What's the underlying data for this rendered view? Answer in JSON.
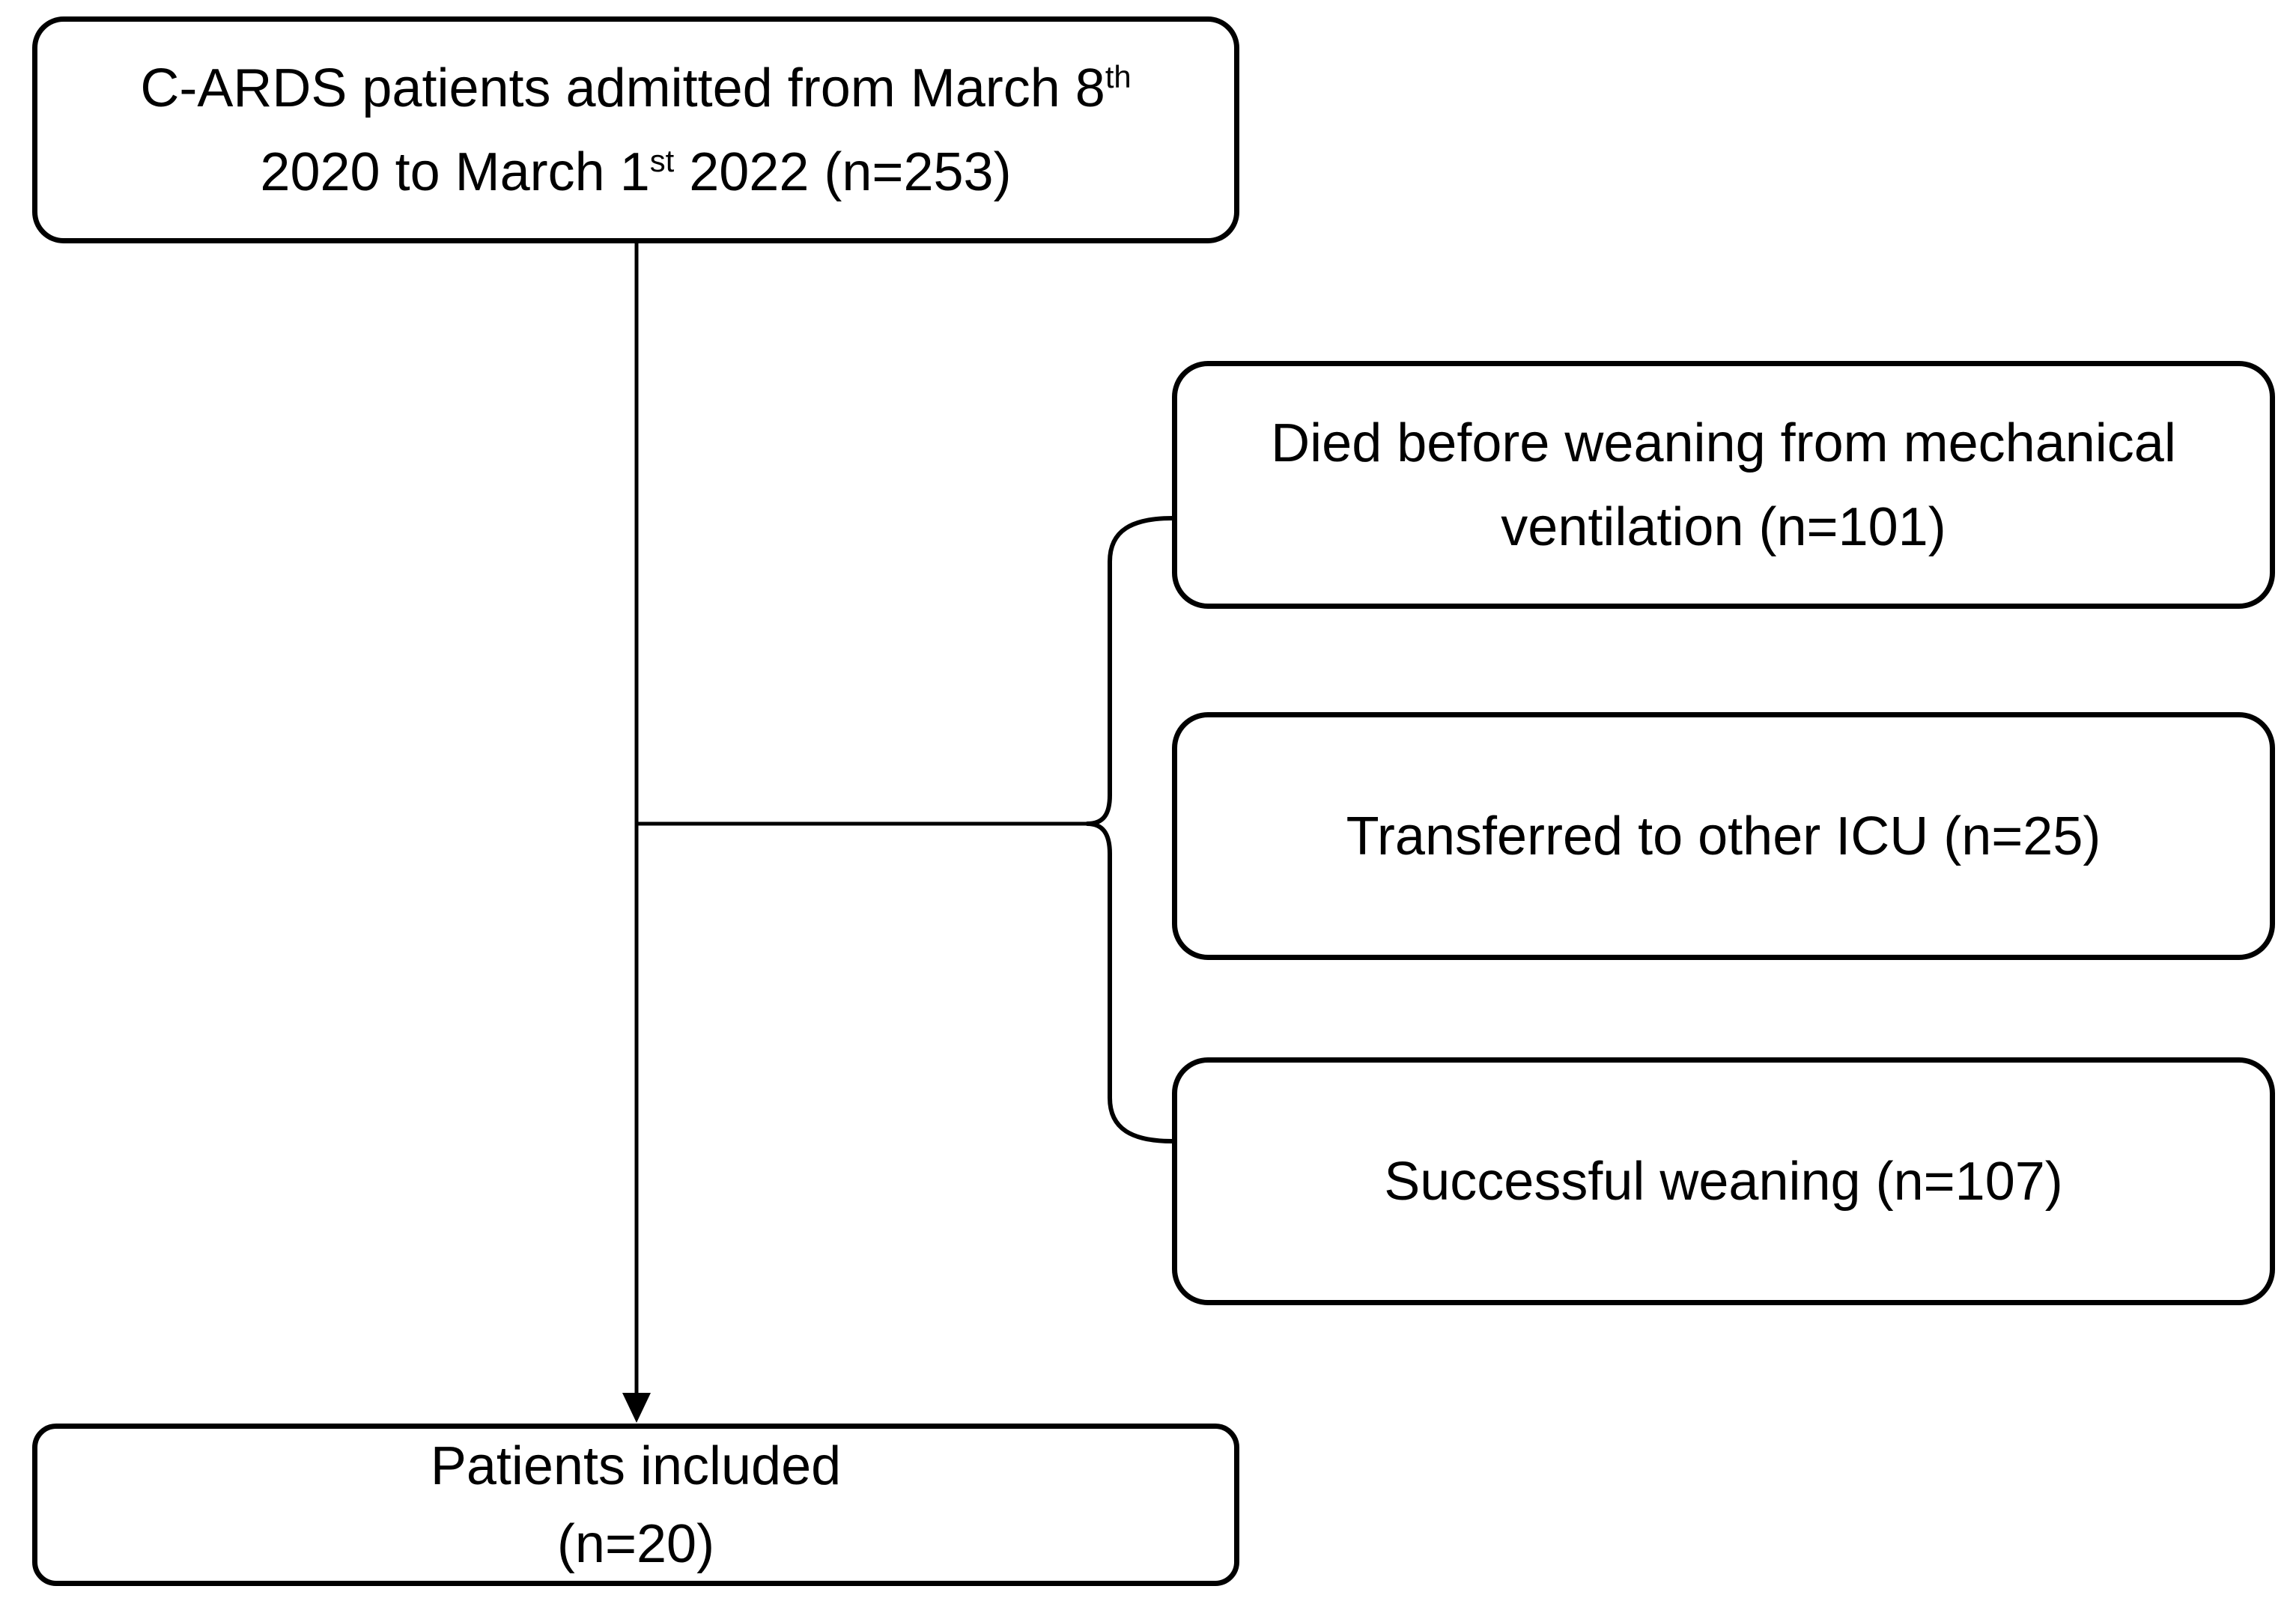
{
  "colors": {
    "line": "#000000",
    "text": "#000000",
    "box_fill": "#ffffff",
    "background": "#ffffff"
  },
  "nodes": {
    "admitted": {
      "line1_pre": "C-ARDS patients admitted from March 8",
      "line1_sup": "th",
      "line2_pre": "2020 to March 1",
      "line2_sup": "st",
      "line2_post": " 2022 (n=253)",
      "n": 253
    },
    "branches": [
      {
        "label": "Died before weaning from mechanical ventilation (n=101)",
        "n": 101
      },
      {
        "label": "Transferred to other ICU (n=25)",
        "n": 25
      },
      {
        "label": "Successful weaning (n=107)",
        "n": 107
      }
    ],
    "included": {
      "line1": "Patients included",
      "line2": "(n=20)",
      "n": 20
    }
  }
}
